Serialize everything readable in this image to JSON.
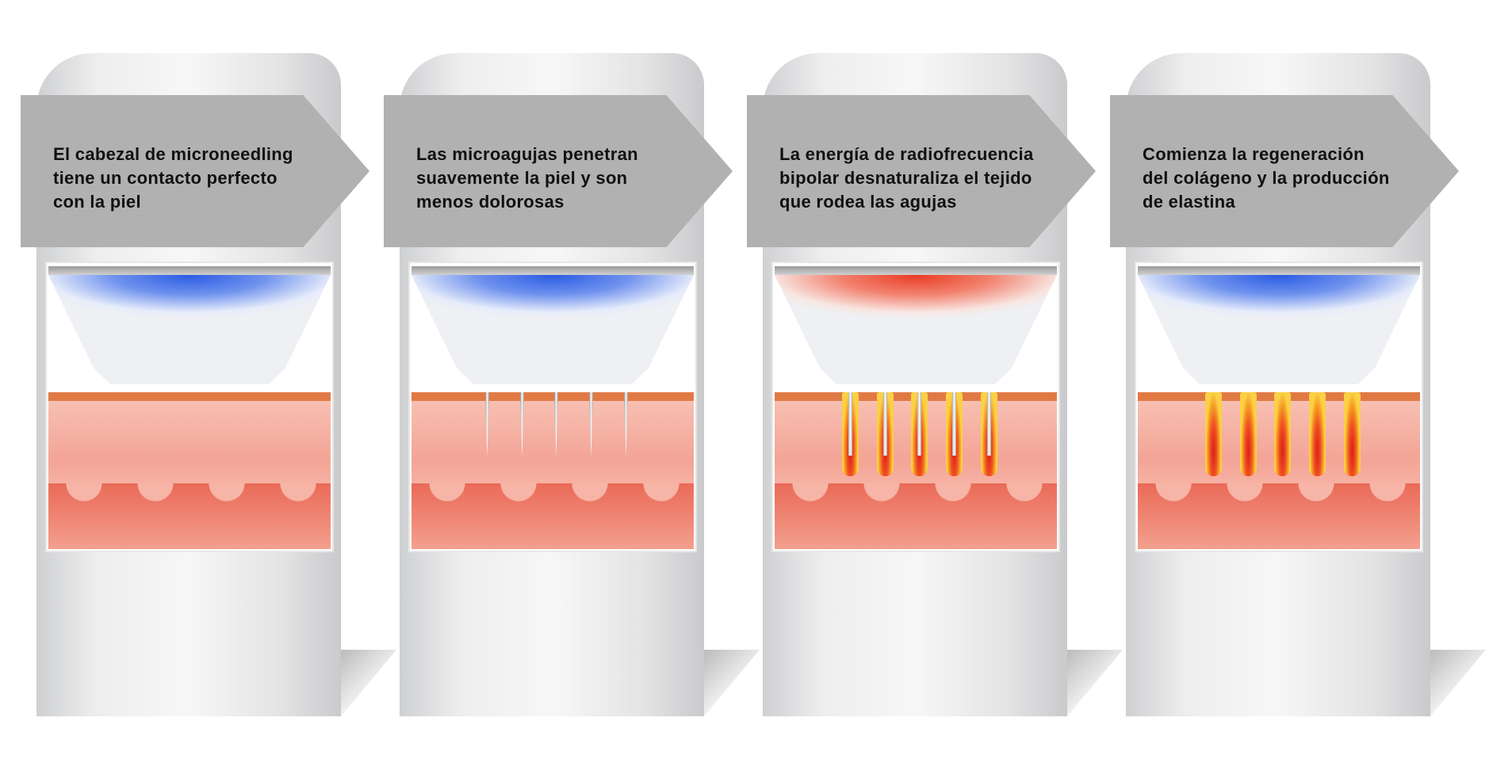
{
  "steps": [
    {
      "lines": [
        "El cabezal de microneedling",
        "tiene un contacto perfecto",
        "con la piel"
      ],
      "head_color": "blue",
      "skin_state": "none"
    },
    {
      "lines": [
        "Las microagujas penetran",
        "suavemente la piel y son",
        "menos dolorosas"
      ],
      "head_color": "blue",
      "skin_state": "needles"
    },
    {
      "lines": [
        "La energía de radiofrecuencia",
        "bipolar desnaturaliza el tejido",
        "que rodea las agujas"
      ],
      "head_color": "red",
      "skin_state": "heated-needles"
    },
    {
      "lines": [
        "Comienza la regeneración",
        "del colágeno y la producción",
        "de elastina"
      ],
      "head_color": "blue",
      "skin_state": "heat-zones"
    }
  ],
  "colors": {
    "arrow": "#b1b1b1",
    "cold": "#2a5be3",
    "hot": "#ea3b22",
    "skin": "#f3a496"
  }
}
